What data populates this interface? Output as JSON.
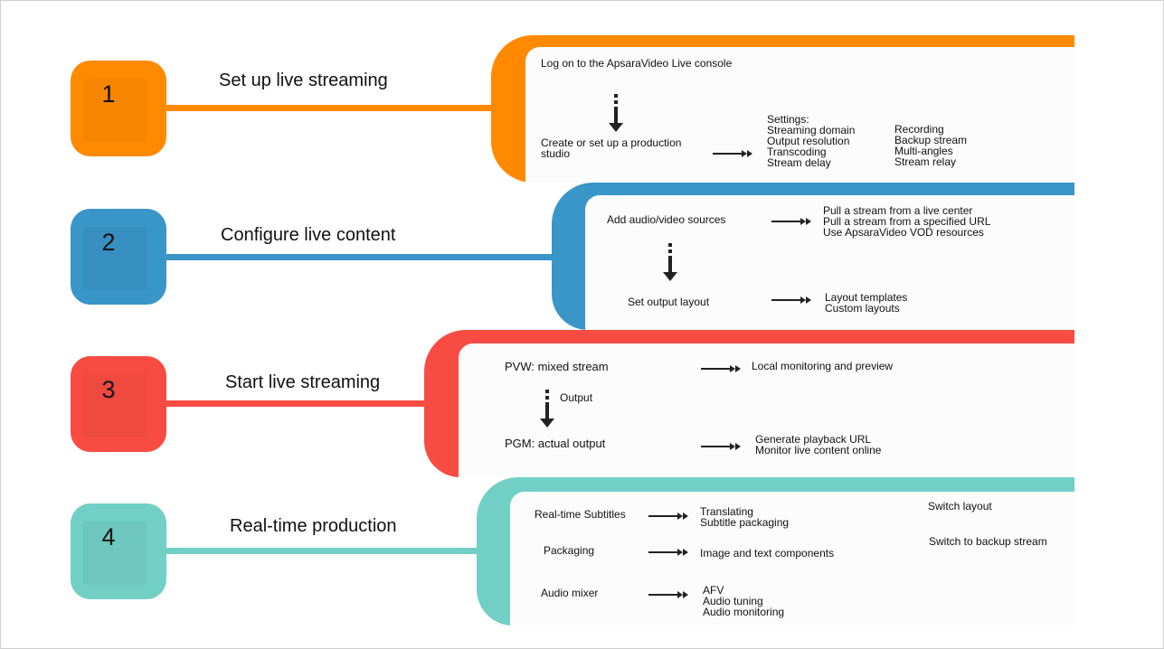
{
  "colors": {
    "orange": "#FF8A00",
    "blue": "#3A95C9",
    "red": "#F84C43",
    "teal": "#71CFC5",
    "panel_bg": "#fcfcfc",
    "arrow": "#222222"
  },
  "steps": [
    {
      "number": "1",
      "title": "Set up live streaming",
      "color": "#FF8A00",
      "texts": {
        "login": "Log on to the ApsaraVideo Live console",
        "create_l1": "Create or set up a production",
        "create_l2": "studio",
        "settings": "Settings:",
        "settings_col1": [
          "Streaming domain",
          "Output resolution",
          "Transcoding",
          "Stream delay"
        ],
        "settings_col2": [
          "Recording",
          "Backup stream",
          "Multi-angles",
          "Stream relay"
        ]
      }
    },
    {
      "number": "2",
      "title": "Configure live content",
      "color": "#3A95C9",
      "texts": {
        "sources": "Add audio/video sources",
        "sources_out": [
          "Pull a stream from a live center",
          "Pull a stream from a specified URL",
          "Use ApsaraVideo VOD resources"
        ],
        "layout": "Set output layout",
        "layout_out": [
          "Layout templates",
          "Custom layouts"
        ]
      }
    },
    {
      "number": "3",
      "title": "Start live streaming",
      "color": "#F84C43",
      "texts": {
        "pvw": "PVW: mixed stream",
        "pvw_out": "Local monitoring and preview",
        "output": "Output",
        "pgm": "PGM: actual output",
        "pgm_out": [
          "Generate playback URL",
          "Monitor live content online"
        ]
      }
    },
    {
      "number": "4",
      "title": "Real-time production",
      "color": "#71CFC5",
      "texts": {
        "subtitles": "Real-time Subtitles",
        "subtitles_out": [
          "Translating",
          "Subtitle packaging"
        ],
        "packaging": "Packaging",
        "packaging_out": "Image and text components",
        "audio": "Audio mixer",
        "audio_out": [
          "AFV",
          "Audio tuning",
          "Audio monitoring"
        ],
        "switch_layout": "Switch layout",
        "switch_backup": "Switch to backup stream"
      }
    }
  ],
  "icons": {
    "right_arrow": "double-headed-right-arrow-icon",
    "down_arrow": "dashed-down-arrow-icon"
  }
}
